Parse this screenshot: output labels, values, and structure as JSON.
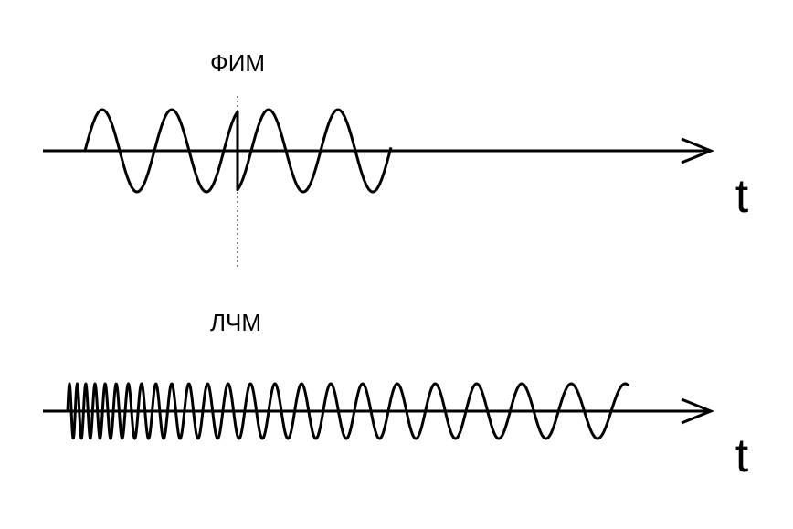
{
  "labels": {
    "top": "ФИМ",
    "bottom": "ЛЧМ",
    "axis_top": "t",
    "axis_bottom": "t"
  },
  "colors": {
    "ink": "#000000",
    "background": "#ffffff"
  }
}
